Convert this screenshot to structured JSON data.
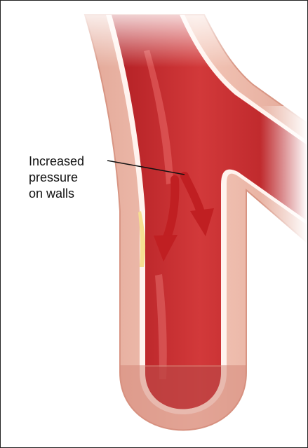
{
  "label": {
    "lines": [
      "Increased",
      "pressure",
      "on walls"
    ]
  },
  "colors": {
    "wall_outer": "#e9b3a4",
    "wall_mid": "#f3c9bb",
    "wall_inner_white": "#fff3ee",
    "blood": "#c9282c",
    "blood_dark": "#a81b20",
    "blood_light": "#e4595a",
    "arrow": "#c01f22",
    "plaque": "#f6df92",
    "leader_line": "#111111"
  },
  "icons": [
    "pressure-arrow-icon",
    "pressure-arrow-icon"
  ]
}
